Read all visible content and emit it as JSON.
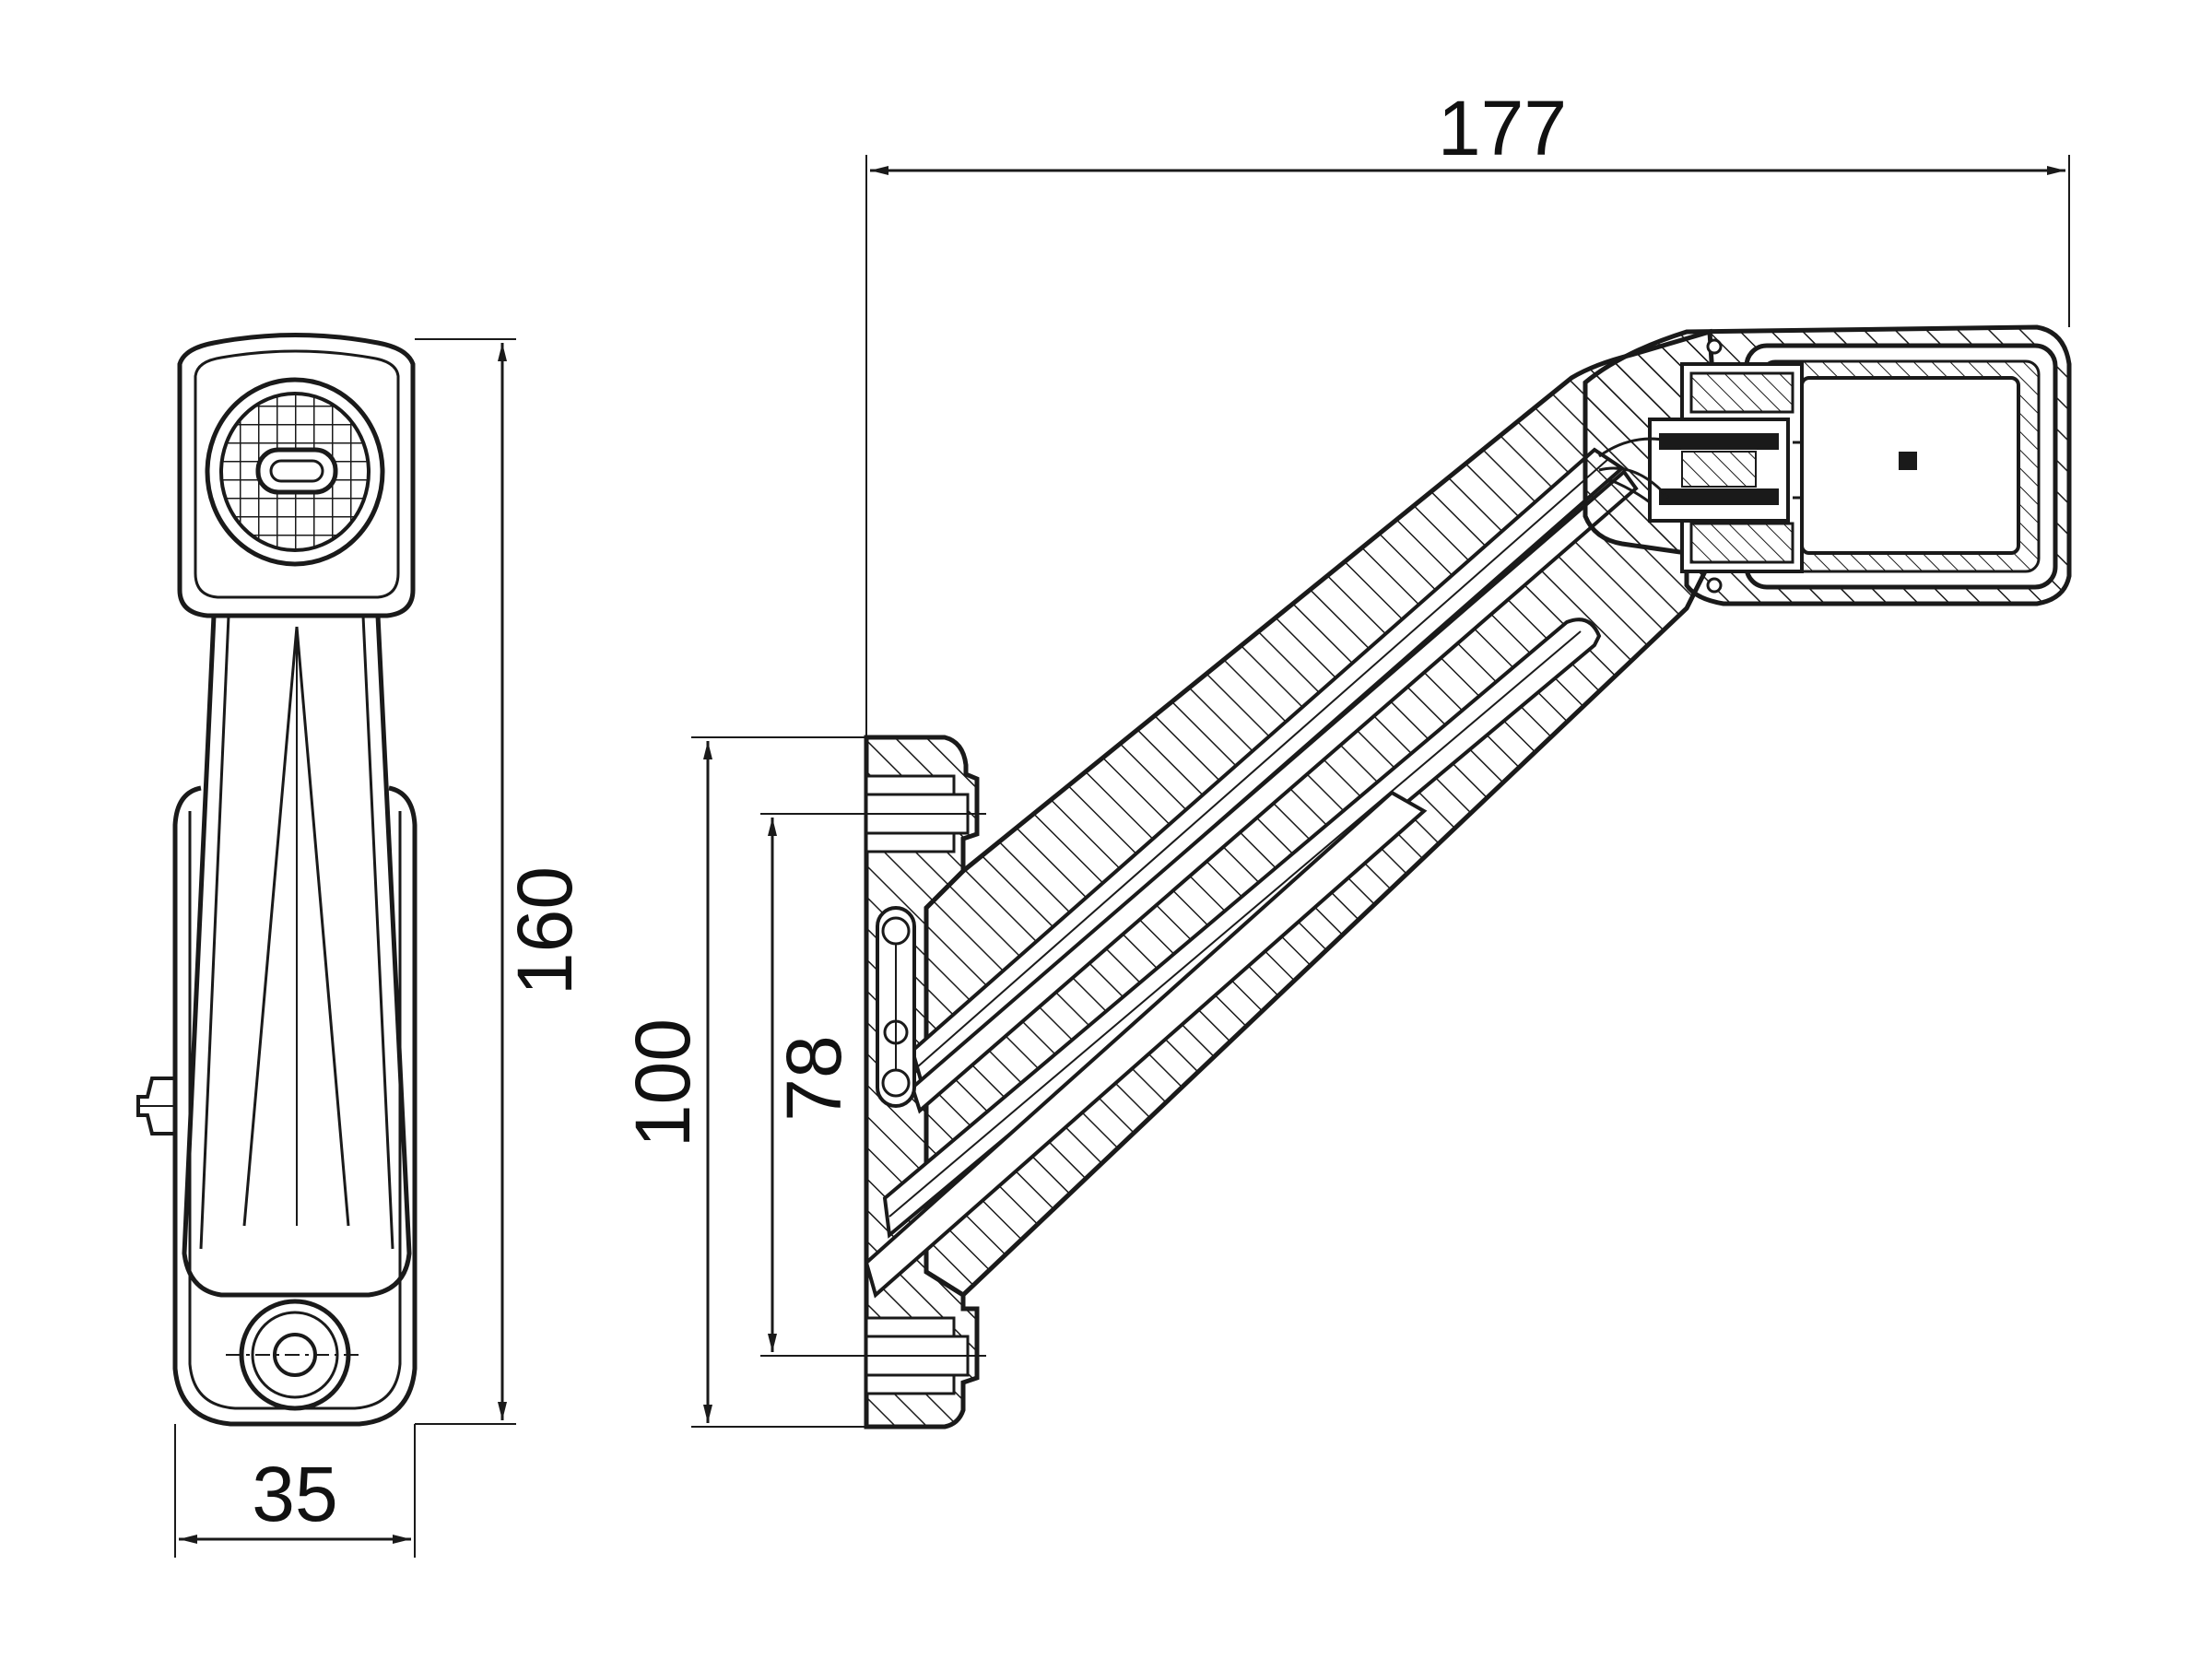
{
  "dimensions": {
    "overall_length": "177",
    "height": "160",
    "width": "35",
    "base_height": "100",
    "mounting_spacing": "78"
  },
  "colors": {
    "line": "#1a1a1a",
    "background": "#ffffff"
  }
}
